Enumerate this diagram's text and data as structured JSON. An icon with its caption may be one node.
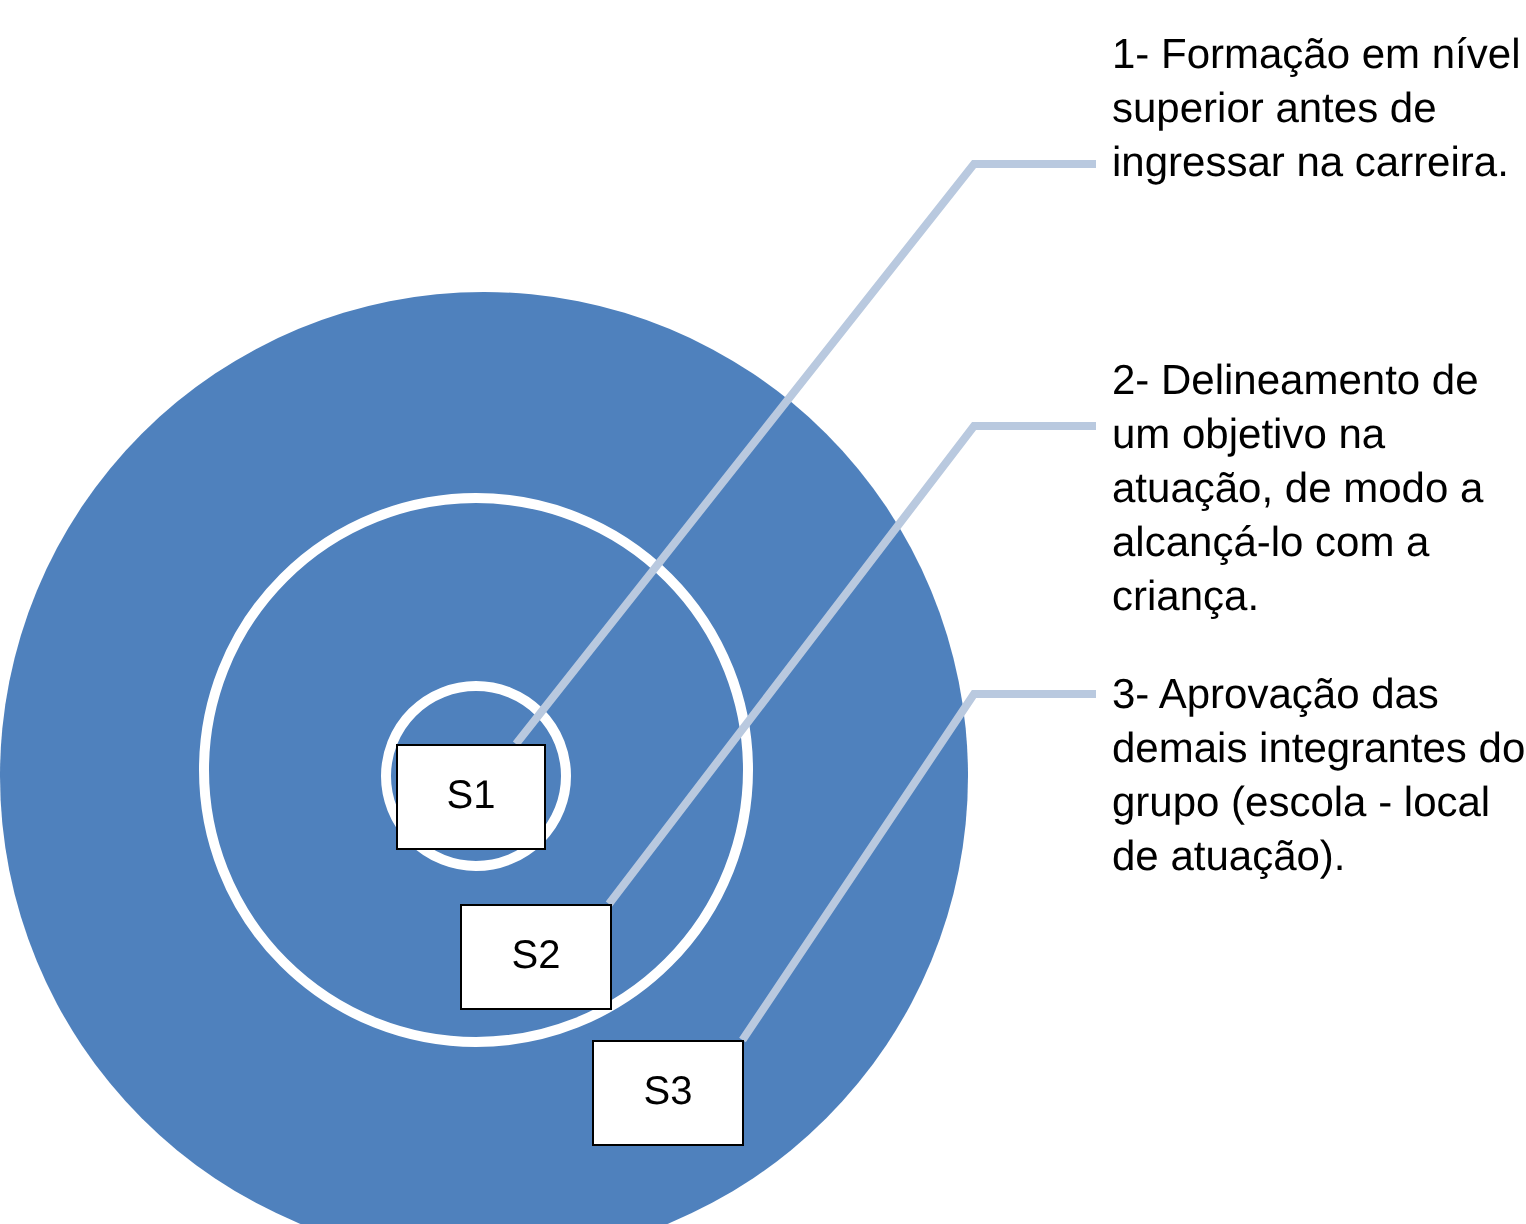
{
  "diagram": {
    "nodes": [
      {
        "text": [
          "1- Formação em nível superior antes de ingressar na carreira."
        ]
      },
      {
        "text": [
          "2- Delineamento de um objetivo na atuação, de modo a alcançá-lo com a criança."
        ]
      },
      {
        "text": [
          "3- Aprovação das demais integrantes do grupo (escola - local de atuação)."
        ]
      },
      {
        "text": [
          "S1"
        ]
      },
      {
        "text": [
          "S2"
        ]
      },
      {
        "text": [
          "S3"
        ]
      }
    ],
    "edges": [
      {
        "from": 0,
        "to": 3,
        "arrow": "none"
      },
      {
        "from": 1,
        "to": 4,
        "arrow": "none"
      },
      {
        "from": 2,
        "to": 5,
        "arrow": "none"
      }
    ]
  }
}
